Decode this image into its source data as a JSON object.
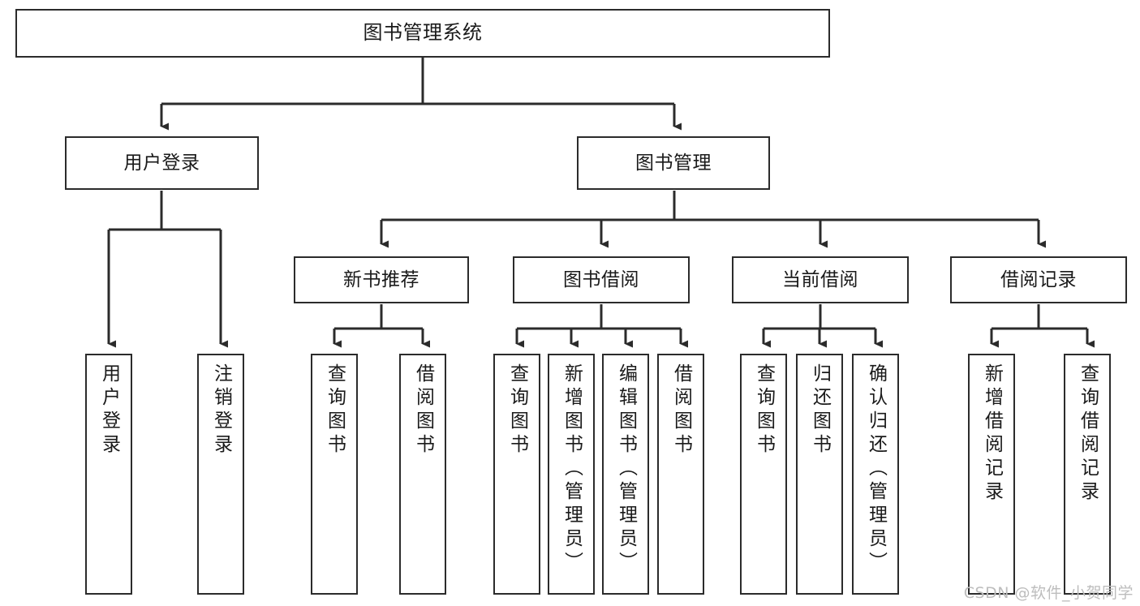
{
  "diagram": {
    "title": "图书管理系统",
    "type": "tree-hierarchy-diagram",
    "colors": {
      "box_border": "#2b2b2b",
      "box_fill": "#ffffff",
      "connector": "#2b2b2b",
      "text": "#1a1a1a",
      "watermark": "#bdbdbd",
      "background": "#ffffff"
    },
    "root": {
      "label": "图书管理系统"
    },
    "level2": [
      {
        "label": "用户登录"
      },
      {
        "label": "图书管理"
      }
    ],
    "level3": [
      {
        "label": "新书推荐"
      },
      {
        "label": "图书借阅"
      },
      {
        "label": "当前借阅"
      },
      {
        "label": "借阅记录"
      }
    ],
    "leaves": {
      "user_login": [
        {
          "label": "用户登录"
        },
        {
          "label": "注销登录"
        }
      ],
      "new_book_recommend": [
        {
          "label": "查询图书"
        },
        {
          "label": "借阅图书"
        }
      ],
      "book_borrow": [
        {
          "label": "查询图书"
        },
        {
          "label": "新增图书（管理员）"
        },
        {
          "label": "编辑图书（管理员）"
        },
        {
          "label": "借阅图书"
        }
      ],
      "current_borrow": [
        {
          "label": "查询图书"
        },
        {
          "label": "归还图书"
        },
        {
          "label": "确认归还（管理员）"
        }
      ],
      "borrow_record": [
        {
          "label": "新增借阅记录"
        },
        {
          "label": "查询借阅记录"
        }
      ]
    }
  },
  "watermark": {
    "text": "CSDN @软件_小贺同学"
  }
}
